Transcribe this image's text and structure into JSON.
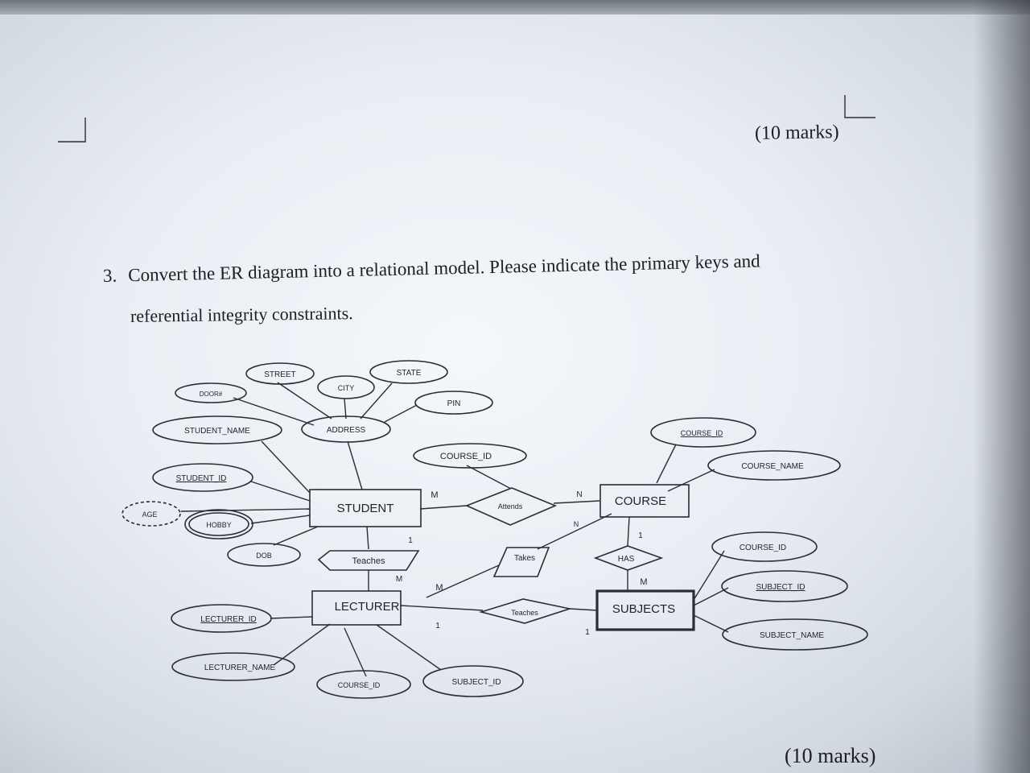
{
  "marks_top": "(10 marks)",
  "question": {
    "number": "3.",
    "line1": "Convert the ER diagram into a relational model. Please indicate the primary keys and",
    "line2": "referential integrity constraints."
  },
  "marks_bottom": "(10 marks)",
  "er": {
    "entities": {
      "student": "STUDENT",
      "course": "COURSE",
      "lecturer": "LECTURER",
      "subjects": "SUBJECTS"
    },
    "relationships": {
      "attends": "Attends",
      "teaches_student": "Teaches",
      "takes": "Takes",
      "has": "HAS",
      "teaches_subject": "Teaches"
    },
    "attributes": {
      "street": "STREET",
      "state": "STATE",
      "city": "CITY",
      "door": "DOOR#",
      "pin": "PIN",
      "student_name": "STUDENT_NAME",
      "address": "ADDRESS",
      "course_id_attends": "COURSE_ID",
      "student_id": "STUDENT_ID",
      "age": "AGE",
      "hobby": "HOBBY",
      "dob": "DOB",
      "course_id_key": "COURSE_ID",
      "course_name": "COURSE_NAME",
      "course_id_subject": "COURSE_ID",
      "subject_id_key": "SUBJECT_ID",
      "subject_name": "SUBJECT_NAME",
      "lecturer_id": "LECTURER_ID",
      "lecturer_name": "LECTURER_NAME",
      "course_id_lecturer": "COURSE_ID",
      "subject_id_lecturer": "SUBJECT_ID"
    },
    "cardinalities": {
      "attends_student": "M",
      "attends_course": "N",
      "takes_course": "N",
      "teaches_student_student": "1",
      "teaches_student_lecturer": "M",
      "takes_lecturer": "M",
      "has_course": "1",
      "has_subjects": "M",
      "teaches_subject_lecturer": "1",
      "teaches_subject_subjects": "1"
    }
  }
}
